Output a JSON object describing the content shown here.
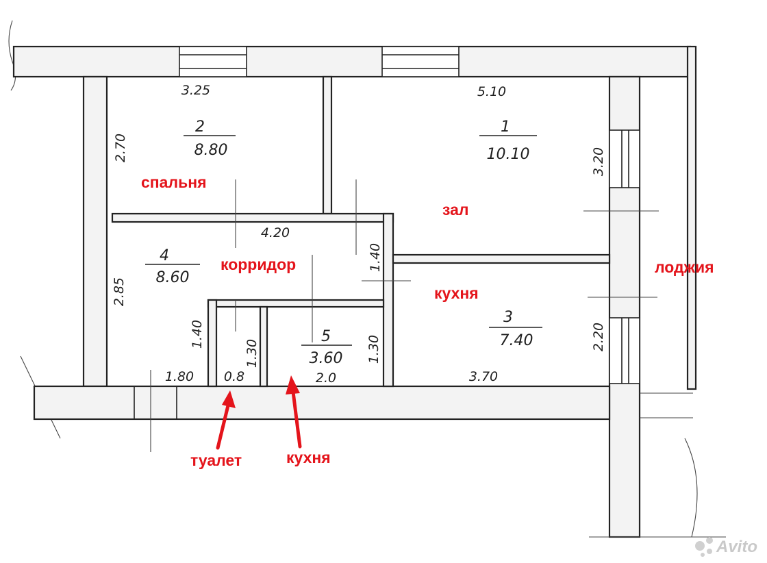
{
  "rooms": [
    {
      "number": "1",
      "area": "10.10"
    },
    {
      "number": "2",
      "area": "8.80"
    },
    {
      "number": "3",
      "area": "7.40"
    },
    {
      "number": "4",
      "area": "8.60"
    },
    {
      "number": "5",
      "area": "3.60"
    }
  ],
  "room_labels": {
    "bedroom": "спальня",
    "hall": "зал",
    "corridor": "корридор",
    "kitchen": "кухня",
    "loggia": "лоджия",
    "toilet": "туалет",
    "kitchen_arrow": "кухня"
  },
  "dimensions": {
    "room2_width": "3.25",
    "room1_width": "5.10",
    "room2_height": "2.70",
    "room1_height": "3.20",
    "corridor_width": "4.20",
    "corridor_small": "1.40",
    "room4_height": "2.85",
    "toilet_height": "1.40",
    "bath_height": "1.30",
    "room5_height": "1.30",
    "kitchen_height": "2.20",
    "bottom_a": "1.80",
    "bottom_toilet": "0.8",
    "bottom_b": "2.0",
    "bottom_kitchen": "3.70"
  },
  "watermark": "Avito",
  "colors": {
    "label_red": "#e4141b",
    "line": "#222222"
  }
}
